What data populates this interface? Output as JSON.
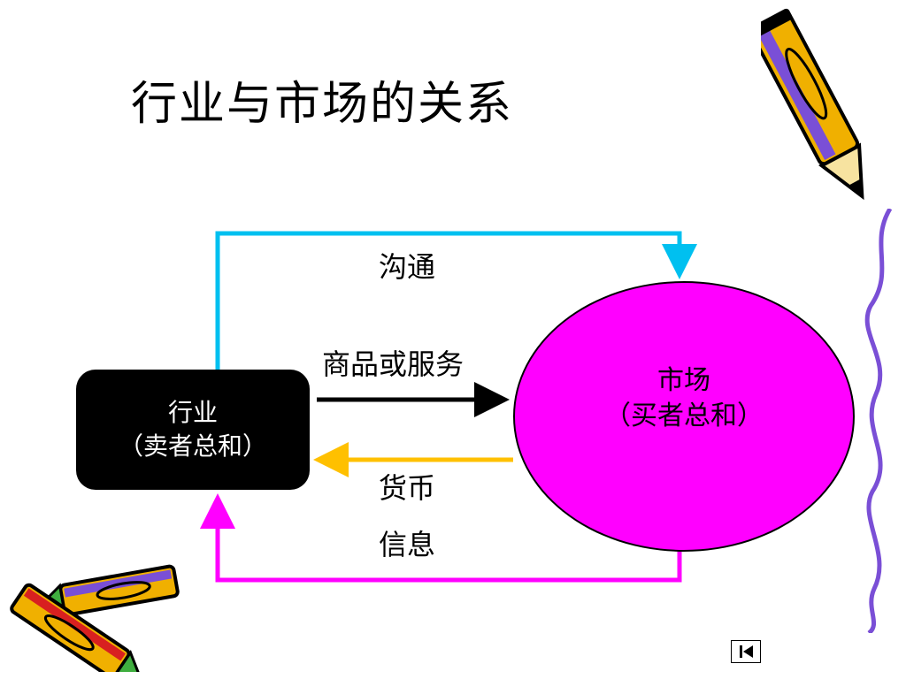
{
  "title": "行业与市场的关系",
  "nodes": {
    "industry": {
      "line1": "行业",
      "line2": "（卖者总和）"
    },
    "market": {
      "line1": "市场",
      "line2": "（买者总和）"
    }
  },
  "flows": {
    "communication": "沟通",
    "goods": "商品或服务",
    "money": "货币",
    "info": "信息"
  },
  "colors": {
    "communication": "#00c0f0",
    "goods": "#000000",
    "money": "#ffc000",
    "info": "#ff00ff",
    "market_fill": "#ff00ff"
  },
  "icons": {
    "top_right": "pencil-icon",
    "bottom_left": "crayons-icon",
    "nav": "first-slide-icon"
  }
}
